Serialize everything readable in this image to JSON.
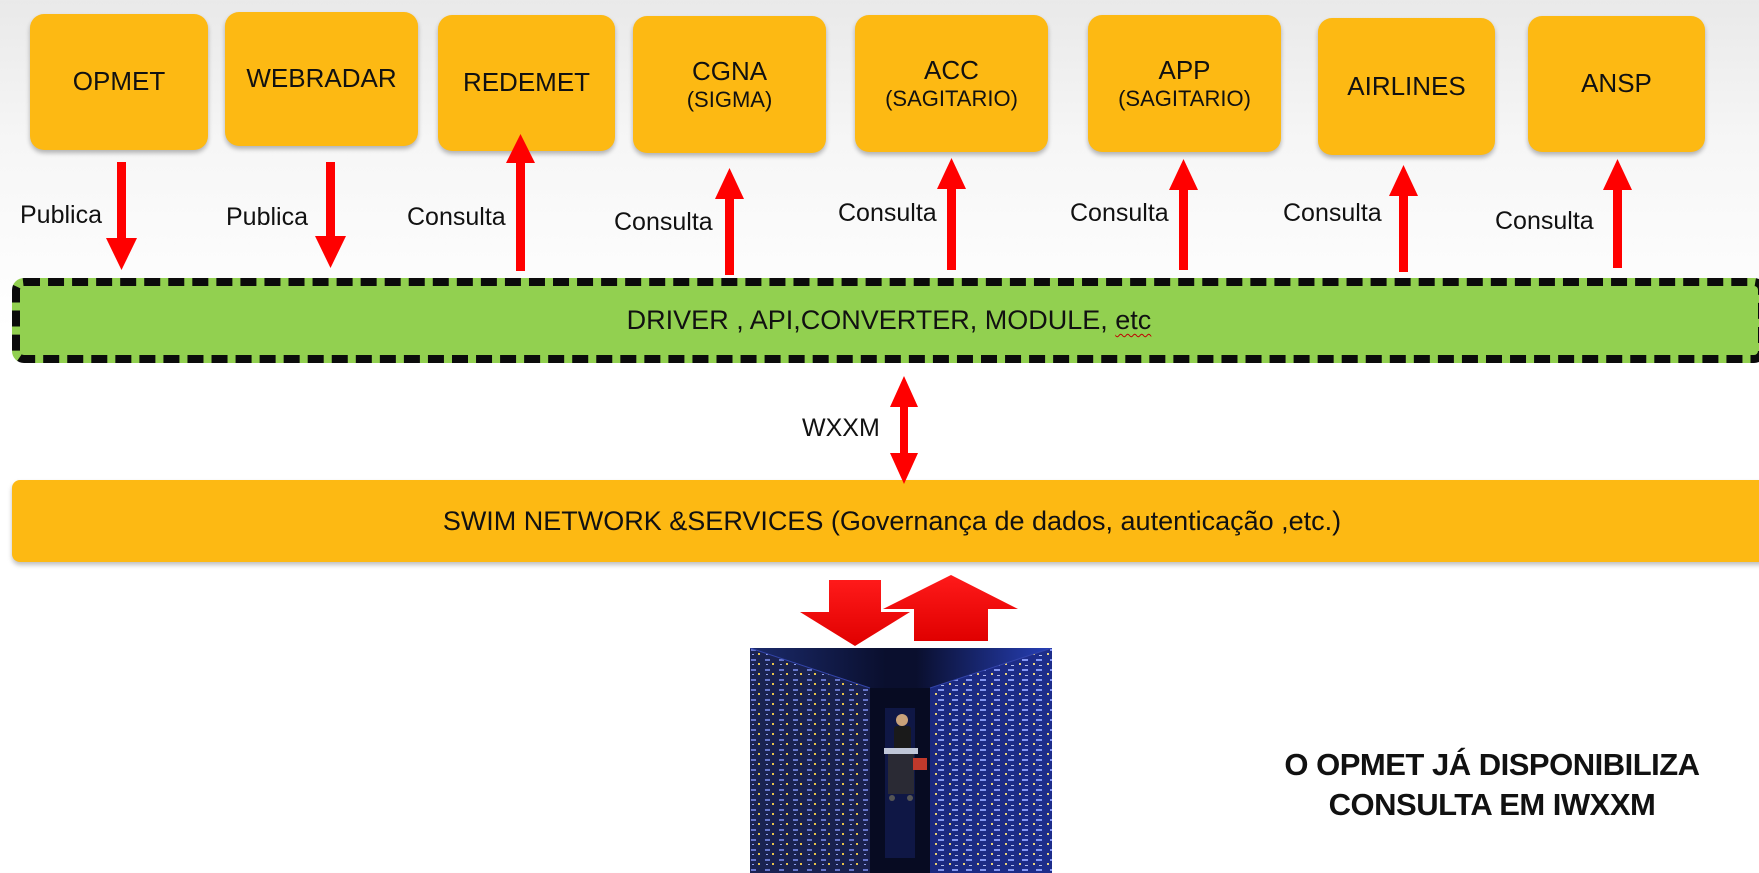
{
  "systems": [
    {
      "name": "OPMET",
      "sub": "",
      "action": "Publica",
      "direction": "down"
    },
    {
      "name": "WEBRADAR",
      "sub": "",
      "action": "Publica",
      "direction": "down"
    },
    {
      "name": "REDEMET",
      "sub": "",
      "action": "Consulta",
      "direction": "up"
    },
    {
      "name": "CGNA",
      "sub": "(SIGMA)",
      "action": "Consulta",
      "direction": "up"
    },
    {
      "name": "ACC",
      "sub": "(SAGITARIO)",
      "action": "Consulta",
      "direction": "up"
    },
    {
      "name": "APP",
      "sub": "(SAGITARIO)",
      "action": "Consulta",
      "direction": "up"
    },
    {
      "name": "AIRLINES",
      "sub": "",
      "action": "Consulta",
      "direction": "up"
    },
    {
      "name": "ANSP",
      "sub": "",
      "action": "Consulta",
      "direction": "up"
    }
  ],
  "integration_layer": {
    "label_main": "DRIVER , API,CONVERTER,  MODULE, ",
    "label_flagged": "etc"
  },
  "link_label": "WXXM",
  "swim_layer": {
    "label": "SWIM NETWORK &SERVICES (Governança de dados, autenticação ,etc.)"
  },
  "note": {
    "line1": "O OPMET JÁ DISPONIBILIZA",
    "line2": "CONSULTA EM IWXXM"
  },
  "colors": {
    "system_box": "#fdb913",
    "integration_band": "#92d050",
    "arrow": "#ff0000"
  }
}
